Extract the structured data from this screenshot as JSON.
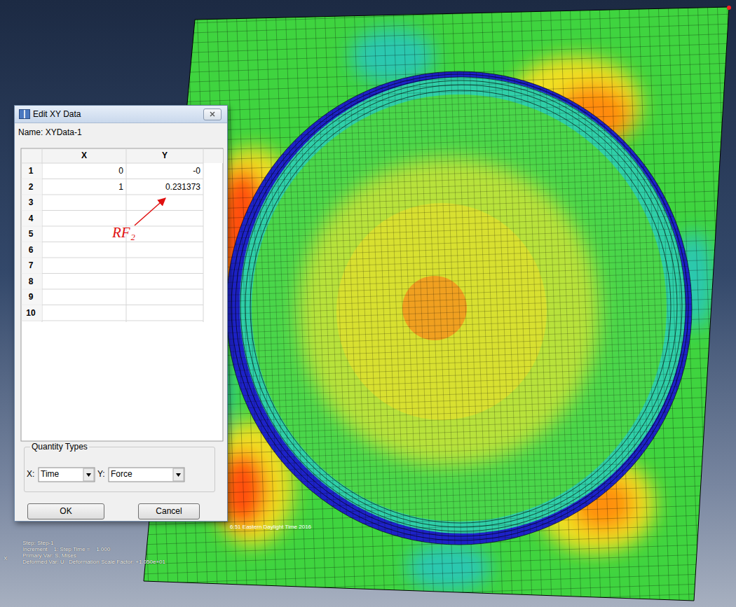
{
  "diagram": {
    "nodes": [
      {
        "text": [
          "Edit XY Data"
        ]
      },
      {
        "text": [
          "Quantity Types"
        ],
        "in": 0
      },
      {
        "text": [
          "OK"
        ],
        "in": 0
      },
      {
        "text": [
          "Cancel"
        ],
        "in": 0
      }
    ],
    "labels": [
      "Name: XYData-1",
      "X",
      "Y",
      "1",
      "2",
      "3",
      "4",
      "5",
      "6",
      "7",
      "8",
      "9",
      "10",
      "0",
      "-0",
      "1",
      "0.231373",
      "RF₂",
      "X:",
      "Time",
      "Y:",
      "Force",
      "6:51 Eastern Daylight Time 2016",
      "Step: Step-1",
      "Increment    1: Step Time =    1.000",
      "Primary Var: S, Mises",
      "Deformed Var: U   Deformation Scale Factor: +1.050e+01",
      "X"
    ]
  }
}
